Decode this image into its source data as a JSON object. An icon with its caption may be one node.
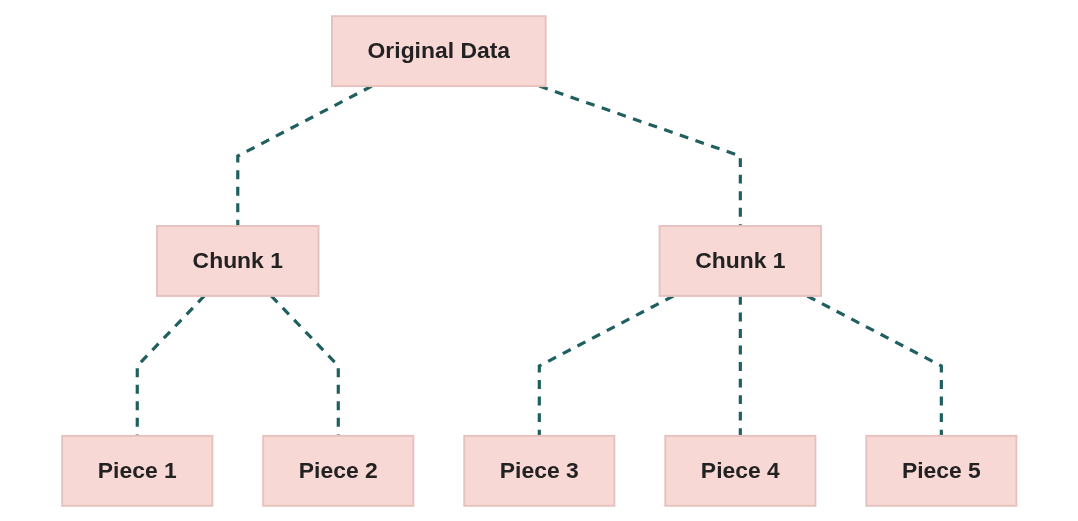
{
  "diagram": {
    "nodes": [
      {
        "text": [
          "Original Data"
        ]
      },
      {
        "text": [
          "Chunk 1"
        ]
      },
      {
        "text": [
          "Chunk 1"
        ]
      },
      {
        "text": [
          "Piece 1"
        ]
      },
      {
        "text": [
          "Piece 2"
        ]
      },
      {
        "text": [
          "Piece 3"
        ]
      },
      {
        "text": [
          "Piece 4"
        ]
      },
      {
        "text": [
          "Piece 5"
        ]
      }
    ],
    "edges": [
      {
        "from": 0,
        "to": 1,
        "arrow": "none",
        "style": "dashed"
      },
      {
        "from": 0,
        "to": 2,
        "arrow": "none",
        "style": "dashed"
      },
      {
        "from": 1,
        "to": 3,
        "arrow": "none",
        "style": "dashed"
      },
      {
        "from": 1,
        "to": 4,
        "arrow": "none",
        "style": "dashed"
      },
      {
        "from": 2,
        "to": 5,
        "arrow": "none",
        "style": "dashed"
      },
      {
        "from": 2,
        "to": 6,
        "arrow": "none",
        "style": "dashed"
      },
      {
        "from": 2,
        "to": 7,
        "arrow": "none",
        "style": "dashed"
      }
    ]
  }
}
